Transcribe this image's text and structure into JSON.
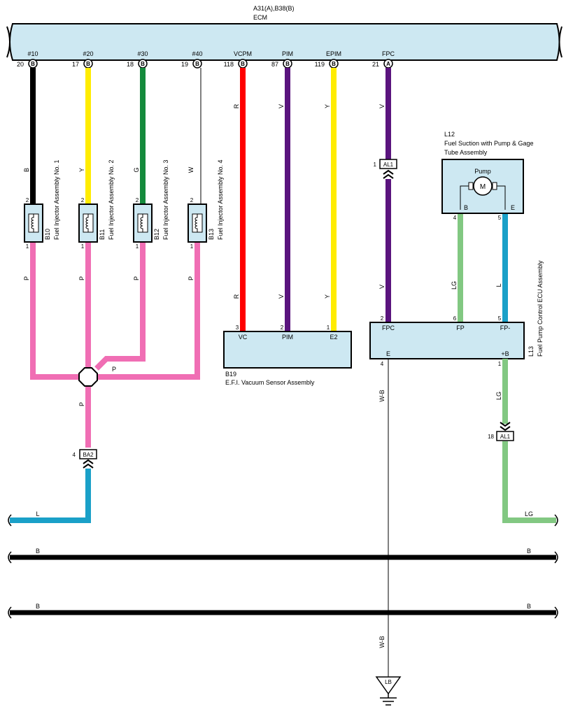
{
  "ecm": {
    "title_line1": "A31(A),B38(B)",
    "title_line2": "ECM",
    "pins": [
      {
        "label": "#10",
        "pin": "20",
        "conn": "B"
      },
      {
        "label": "#20",
        "pin": "17",
        "conn": "B"
      },
      {
        "label": "#30",
        "pin": "18",
        "conn": "B"
      },
      {
        "label": "#40",
        "pin": "19",
        "conn": "B"
      },
      {
        "label": "VCPM",
        "pin": "118",
        "conn": "B"
      },
      {
        "label": "PIM",
        "pin": "87",
        "conn": "B"
      },
      {
        "label": "EPIM",
        "pin": "119",
        "conn": "B"
      },
      {
        "label": "FPC",
        "pin": "21",
        "conn": "A"
      }
    ]
  },
  "wire_colors": {
    "B": "#000000",
    "Y": "#ffec00",
    "G": "#148a3c",
    "W": "#ffffff",
    "R": "#ff0000",
    "V": "#5a147e",
    "P": "#f06eb4",
    "L": "#1aa0c8",
    "LG": "#82c882"
  },
  "wire_codes": {
    "inj1_top": "B",
    "inj2_top": "Y",
    "inj3_top": "G",
    "inj4_top": "W",
    "inj1_bot": "P",
    "inj2_bot": "P",
    "inj3_bot": "P",
    "inj4_bot": "P",
    "vcpm_top": "R",
    "vcpm_bot": "R",
    "pim_top": "V",
    "pim_bot": "V",
    "epim_top": "Y",
    "epim_bot": "Y",
    "fpc_top": "V",
    "fpc_bot": "V",
    "junction_right": "P",
    "junction_down": "P",
    "ba2_left": "L",
    "lg_fp": "LG",
    "l_fpm": "L",
    "wb_top": "W-B",
    "wb_bot": "W-B",
    "lg_b": "LG",
    "lg_right": "LG",
    "bus1_left": "B",
    "bus1_right": "B",
    "bus2_left": "B",
    "bus2_right": "B"
  },
  "injectors": [
    {
      "code": "B10",
      "name": "Fuel Injector Assembly No. 1",
      "pin_top": "2",
      "pin_bot": "1"
    },
    {
      "code": "B11",
      "name": "Fuel Injector Assembly No. 2",
      "pin_top": "2",
      "pin_bot": "1"
    },
    {
      "code": "B12",
      "name": "Fuel Injector Assembly No. 3",
      "pin_top": "2",
      "pin_bot": "1"
    },
    {
      "code": "B13",
      "name": "Fuel Injector Assembly No. 4",
      "pin_top": "2",
      "pin_bot": "1"
    }
  ],
  "vacuum_sensor": {
    "code": "B19",
    "name": "E.F.I. Vacuum Sensor Assembly",
    "pins": [
      {
        "num": "3",
        "label": "VC"
      },
      {
        "num": "2",
        "label": "PIM"
      },
      {
        "num": "1",
        "label": "E2"
      }
    ]
  },
  "fuel_pump_ecu": {
    "code": "L13",
    "name": "Fuel Pump Control ECU Assembly",
    "top_pins": [
      {
        "num": "2",
        "label": "FPC"
      },
      {
        "num": "6",
        "label": "FP"
      },
      {
        "num": "5",
        "label": "FP-"
      }
    ],
    "bottom_pins": [
      {
        "num": "4",
        "label": "E"
      },
      {
        "num": "1",
        "label": "+B"
      }
    ]
  },
  "pump": {
    "code": "L12",
    "name_line1": "Fuel Suction with Pump & Gage",
    "name_line2": "Tube Assembly",
    "label": "Pump",
    "motor": "M",
    "pins": [
      {
        "num": "4",
        "label": "B"
      },
      {
        "num": "5",
        "label": "E"
      }
    ]
  },
  "connectors": {
    "al1_top": {
      "label": "AL1",
      "pin": "1"
    },
    "al1_bot": {
      "label": "AL1",
      "pin": "18"
    },
    "ba2": {
      "label": "BA2",
      "pin": "4"
    }
  },
  "ground": {
    "label": "LB"
  }
}
